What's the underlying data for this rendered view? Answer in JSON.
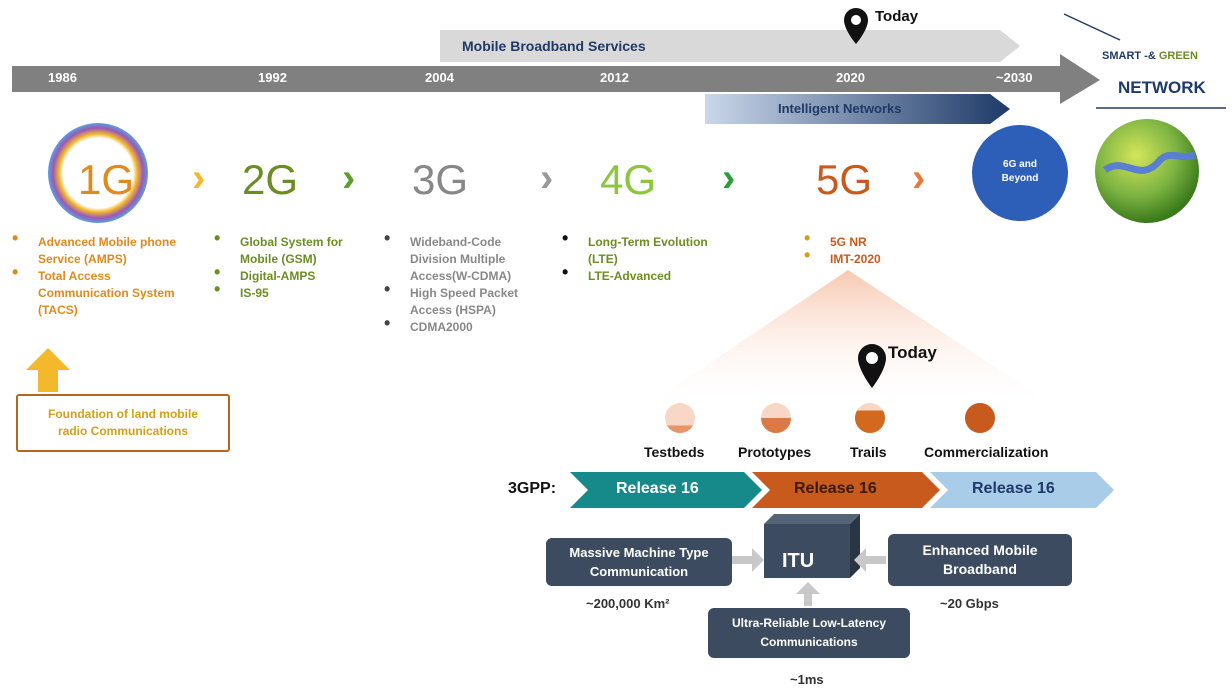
{
  "timeline": {
    "years": [
      "1986",
      "1992",
      "2004",
      "2012",
      "2020",
      "~2030"
    ],
    "today_label": "Today",
    "mobile_broadband_label": "Mobile Broadband Services",
    "intelligent_networks_label": "Intelligent Networks",
    "network_brand": {
      "part1": "SMART -&",
      "part2": "GREEN",
      "network": "NETWORK"
    }
  },
  "generations": [
    {
      "label": "1G",
      "color": "#e08a1e",
      "items": [
        "Advanced Mobile phone Service (AMPS)",
        "Total Access Communication System (TACS)"
      ]
    },
    {
      "label": "2G",
      "color": "#6b8e23",
      "items": [
        "Global System for Mobile (GSM)",
        "Digital-AMPS",
        "IS-95"
      ]
    },
    {
      "label": "3G",
      "color": "#888888",
      "items": [
        "Wideband-Code Division Multiple Access(W-CDMA)",
        "High Speed Packet Access (HSPA)",
        "CDMA2000"
      ]
    },
    {
      "label": "4G",
      "color": "#8cc63f",
      "items": [
        "Long-Term Evolution (LTE)",
        "LTE-Advanced"
      ]
    },
    {
      "label": "5G",
      "color": "#c85a1e",
      "items": [
        "5G NR",
        "IMT-2020"
      ]
    }
  ],
  "beyond_label_line1": "6G and",
  "beyond_label_line2": "Beyond",
  "foundation_label": "Foundation of land mobile radio Communications",
  "stages": {
    "today_label": "Today",
    "labels": [
      "Testbeds",
      "Prototypes",
      "Trails",
      "Commercialization"
    ],
    "fill_levels": [
      0.25,
      0.5,
      0.75,
      1.0
    ]
  },
  "releases": {
    "prefix": "3GPP:",
    "labels": [
      "Release 16",
      "Release 16",
      "Release 16"
    ]
  },
  "itu": {
    "center": "ITU",
    "mmtc": "Massive Machine Type Communication",
    "embb": "Enhanced Mobile Broadband",
    "urllc": "Ultra-Reliable Low-Latency Communications",
    "mmtc_metric": "~200,000 Km²",
    "embb_metric": "~20 Gbps",
    "urllc_metric": "~1ms"
  },
  "colors": {
    "teal": "#16898a",
    "orange": "#c85a1e",
    "lightblue": "#a9cce8",
    "navy": "#1f3a68",
    "darkbox": "#3c4b5f"
  }
}
